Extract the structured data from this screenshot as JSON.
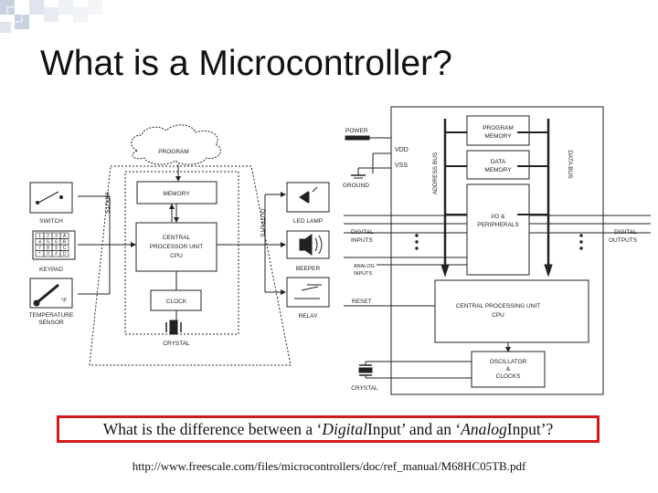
{
  "slide": {
    "title": "What is a Microcontroller?",
    "question": {
      "part1": "What is the difference between a ‘",
      "digital": "Digital",
      "part2": " Input’ and an ‘",
      "analog": "Analog",
      "part3": " Input’?"
    },
    "source_url": "http://www.freescale.com/files/microcontrollers/doc/ref_manual/M68HC05TB.pdf"
  },
  "left_diagram": {
    "program_cloud": "PROGRAM",
    "memory": "MEMORY",
    "cpu_line1": "CENTRAL",
    "cpu_line2": "PROCESSOR UNIT",
    "cpu_line3": "CPU",
    "clock": "CLOCK",
    "crystal": "CRYSTAL",
    "inputs": "INPUTS",
    "outputs": "OUTPUTS",
    "switch": "SWITCH",
    "keypad": "KEYPAD",
    "keypad_keys": [
      "1",
      "2",
      "3",
      "A",
      "4",
      "5",
      "6",
      "B",
      "7",
      "8",
      "9",
      "C",
      "*",
      "0",
      "#",
      "D"
    ],
    "degree_f": "°F",
    "temp_sensor_line1": "TEMPERATURE",
    "temp_sensor_line2": "SENSOR",
    "led_lamp": "LED LAMP",
    "beeper": "BEEPER",
    "relay": "RELAY"
  },
  "right_diagram": {
    "power": "POWER",
    "vdd": "VDD",
    "vss": "VSS",
    "ground": "GROUND",
    "address_bus": "ADDRESS BUS",
    "data_bus": "DATA BUS",
    "program_memory_line1": "PROGRAM",
    "program_memory_line2": "MEMORY",
    "data_memory_line1": "DATA",
    "data_memory_line2": "MEMORY",
    "io_line1": "I/O &",
    "io_line2": "PERIPHERALS",
    "digital_inputs_line1": "DIGITAL",
    "digital_inputs_line2": "INPUTS",
    "digital_outputs_line1": "DIGITAL",
    "digital_outputs_line2": "OUTPUTS",
    "analog_inputs_line1": "ANALOG",
    "analog_inputs_line2": "INPUTS",
    "reset": "RESET",
    "cpu_line1": "CENTRAL PROCESSING UNIT",
    "cpu_line2": "CPU",
    "oscillator_line1": "OSCILLATOR",
    "oscillator_line2": "&",
    "oscillator_line3": "CLOCKS",
    "crystal": "CRYSTAL"
  },
  "colors": {
    "question_border": "#d21a1a",
    "deco_square_light": "#d7dde8",
    "deco_square_dark": "#ffffff"
  }
}
